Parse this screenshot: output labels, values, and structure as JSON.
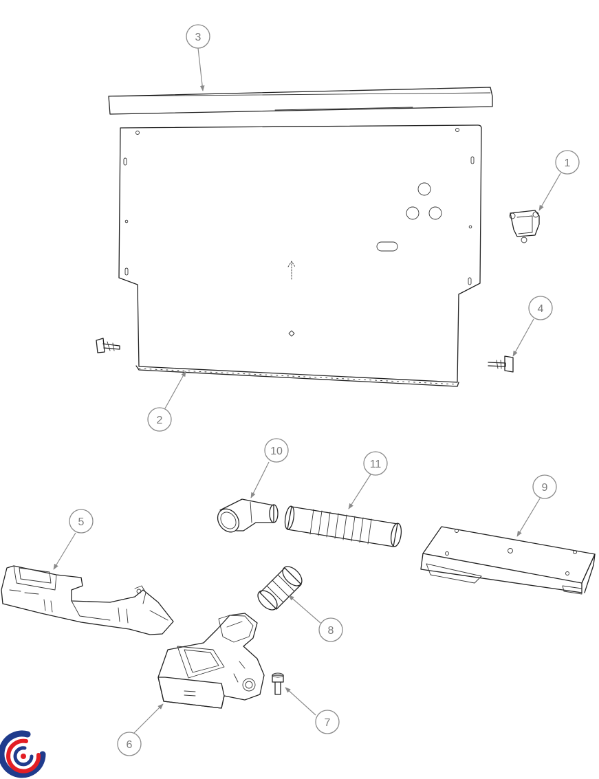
{
  "callouts": [
    {
      "id": "1",
      "label": "1"
    },
    {
      "id": "2",
      "label": "2"
    },
    {
      "id": "3",
      "label": "3"
    },
    {
      "id": "4",
      "label": "4"
    },
    {
      "id": "5",
      "label": "5"
    },
    {
      "id": "6",
      "label": "6"
    },
    {
      "id": "7",
      "label": "7"
    },
    {
      "id": "8",
      "label": "8"
    },
    {
      "id": "9",
      "label": "9"
    },
    {
      "id": "10",
      "label": "10"
    },
    {
      "id": "11",
      "label": "11"
    }
  ],
  "colors": {
    "line": "#222222",
    "callout": "#8a8a8a",
    "logo_blue": "#1f3b8c",
    "logo_red": "#e31e24"
  }
}
